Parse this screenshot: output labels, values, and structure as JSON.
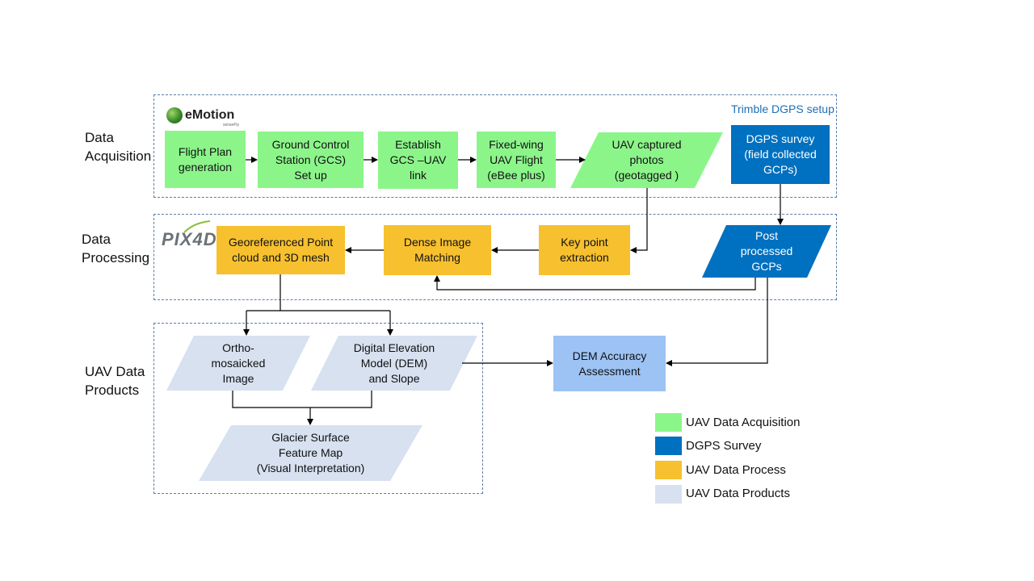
{
  "stages": {
    "acquisition": "Data\nAcquisition",
    "processing": "Data\nProcessing",
    "products": "UAV Data\nProducts"
  },
  "logos": {
    "emotion": "eMotion",
    "emotion_sub": "senseFly",
    "pix4d": "PIX4D",
    "trimble": "Trimble DGPS setup"
  },
  "boxes": {
    "flight_plan": "Flight Plan\ngeneration",
    "gcs_setup": "Ground Control\nStation (GCS)\nSet up",
    "gcs_link": "Establish\nGCS –UAV\nlink",
    "flight": "Fixed-wing\nUAV Flight\n(eBee plus)",
    "photos": "UAV captured\nphotos\n(geotagged )",
    "dgps_survey": "DGPS survey\n(field collected\nGCPs)",
    "post_gcps": "Post\nprocessed\nGCPs",
    "keypoint": "Key point\nextraction",
    "dense": "Dense Image\nMatching",
    "georef": "Georeferenced  Point\ncloud and 3D mesh",
    "ortho": "Ortho-\nmosaicked\nImage",
    "dem": "Digital Elevation\nModel (DEM)\nand Slope",
    "dem_acc": "DEM Accuracy\nAssessment",
    "glacier": "Glacier Surface\nFeature Map\n(Visual Interpretation)"
  },
  "legend": [
    {
      "label": "UAV Data Acquisition",
      "color": "#8cf58a"
    },
    {
      "label": "DGPS Survey",
      "color": "#0070c0"
    },
    {
      "label": "UAV Data Process",
      "color": "#f7c02f"
    },
    {
      "label": "UAV Data Products",
      "color": "#d7e1f0"
    }
  ],
  "colors": {
    "acquisition": "#8cf58a",
    "dgps": "#0070c0",
    "process": "#f7c02f",
    "products": "#d7e1f0",
    "assessment": "#9dc3f5",
    "dashed_border": "#5b7fa6"
  }
}
